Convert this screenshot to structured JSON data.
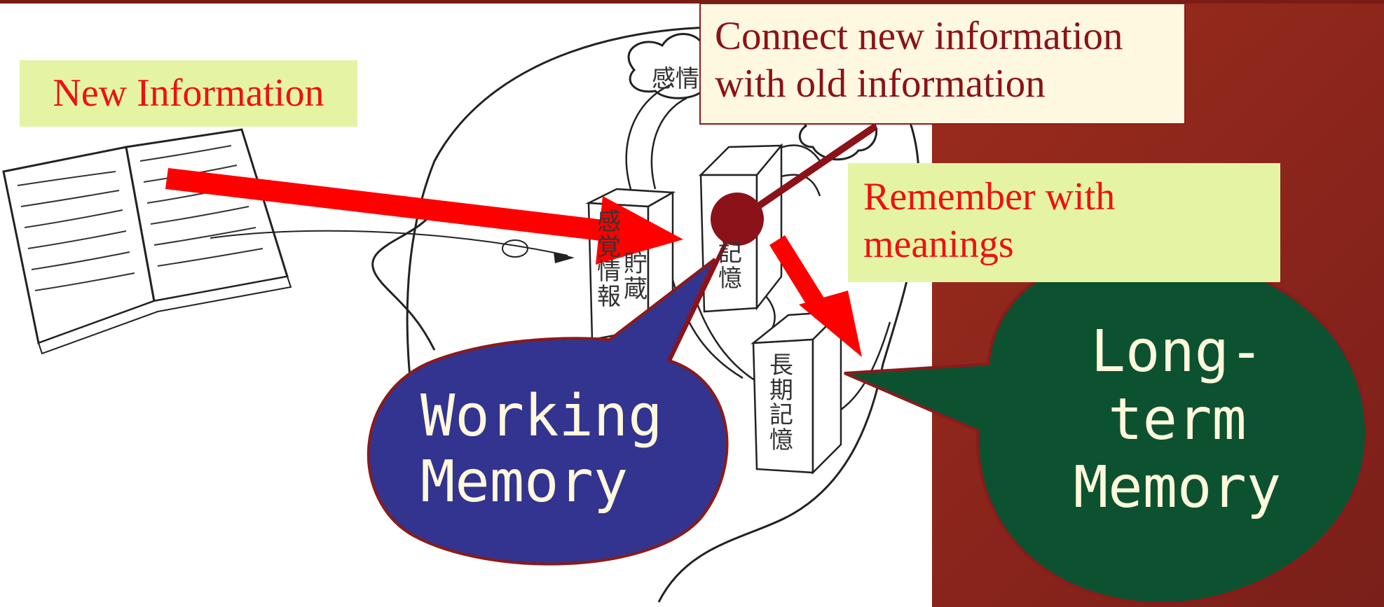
{
  "slide": {
    "colors": {
      "background": "#9a2b1d",
      "label_text": "#ee1111",
      "label_fill": "#e5f3a5",
      "connect_fill": "#fef8e0",
      "connect_text": "#8b1218",
      "working_memory_bubble": "#32348f",
      "long_term_memory_bubble": "#0d5230",
      "bubble_text": "#fff8dc",
      "arrow": "#ff0000"
    }
  },
  "labels": {
    "new_information": "New Information",
    "connect_line1": "Connect new information",
    "connect_line2": "with old information",
    "remember_line1": "Remember with",
    "remember_line2": "meanings"
  },
  "bubbles": {
    "working_memory_line1": "Working",
    "working_memory_line2": "Memory",
    "long_term_line1": "Long-",
    "long_term_line2": "term",
    "long_term_line3": "Memory"
  },
  "illustration": {
    "kanji_emotion": "感情",
    "kanji_sensory": "感覚情報",
    "kanji_storage": "貯蔵",
    "kanji_memory": "記憶",
    "kanji_long_term": "長期記憶"
  }
}
